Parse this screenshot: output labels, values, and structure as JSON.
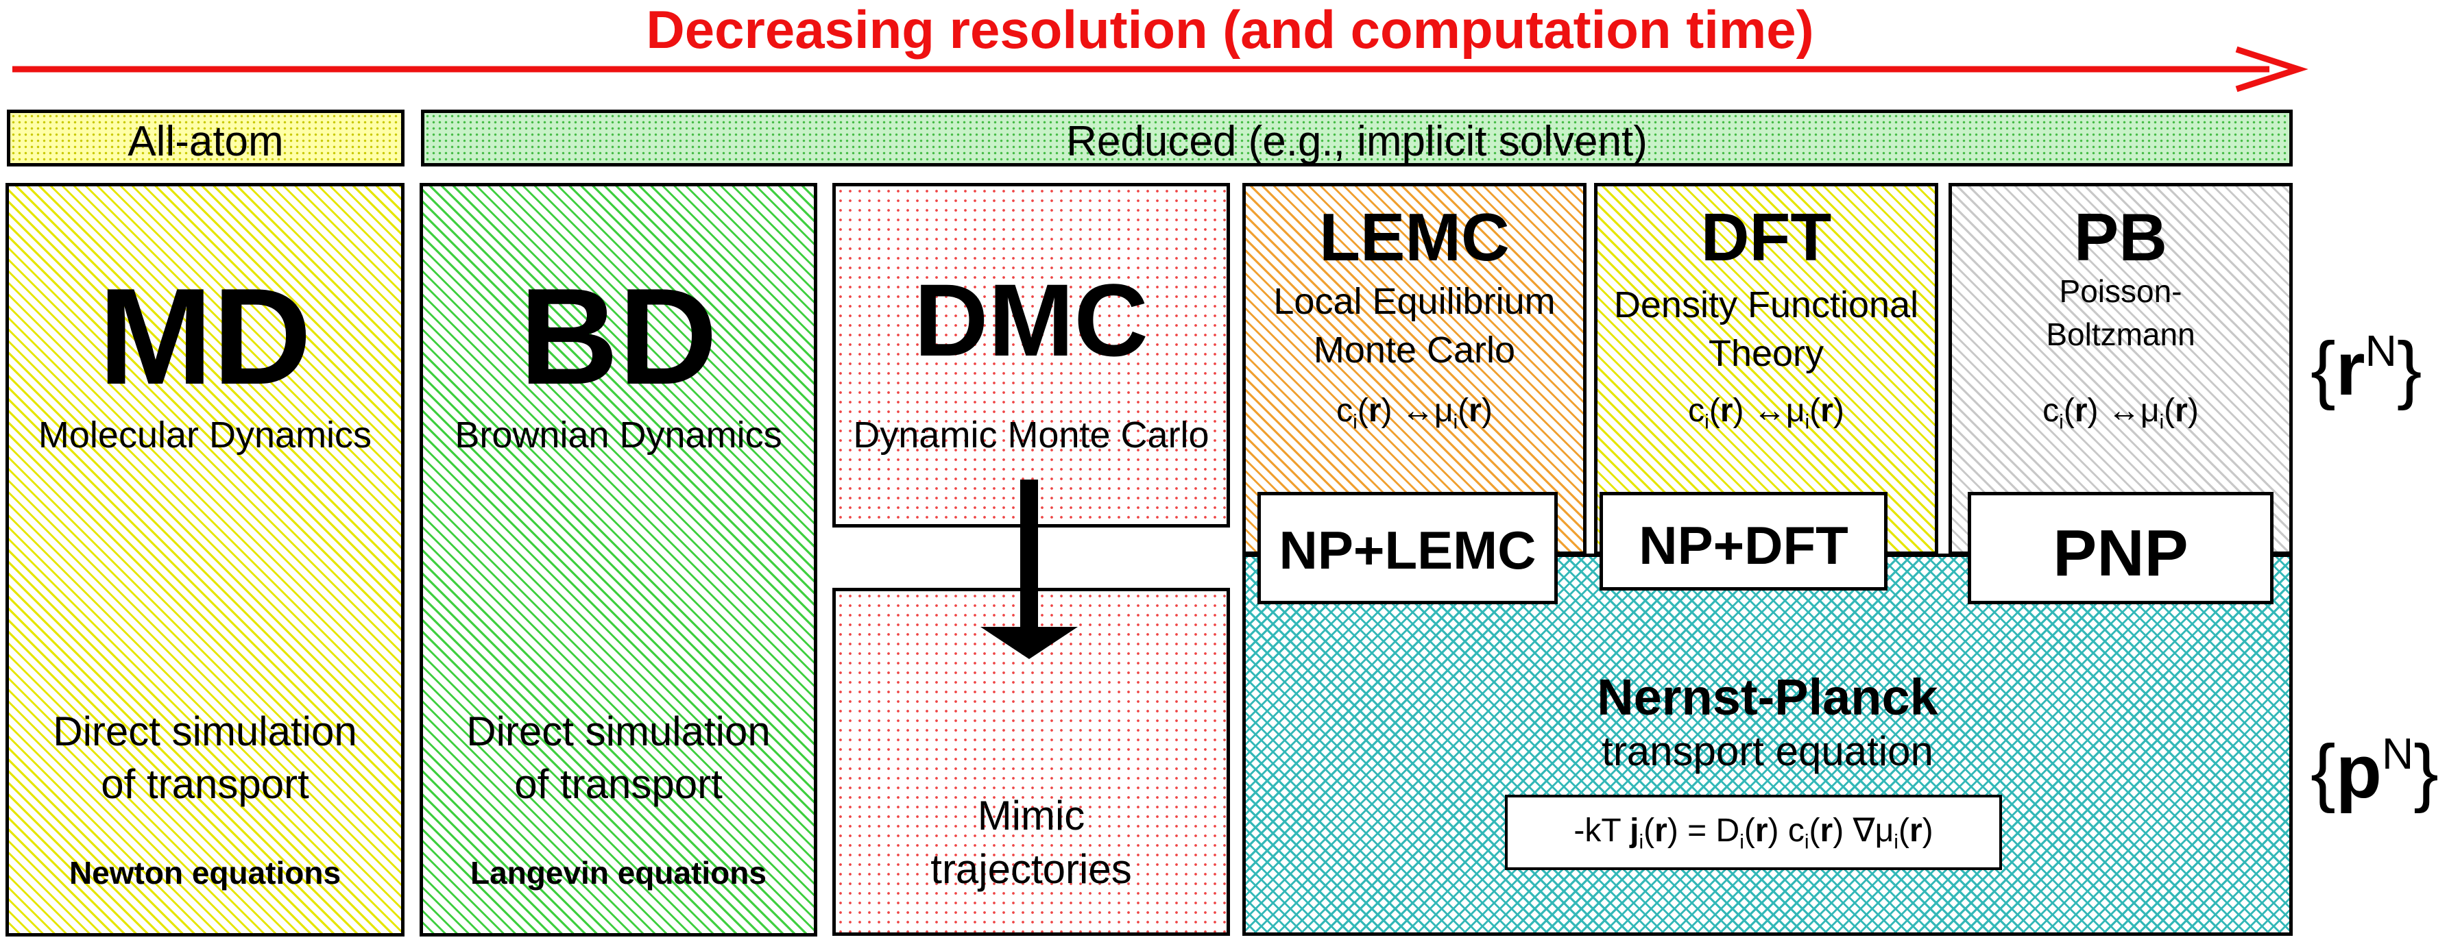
{
  "arrow_label": "Decreasing resolution (and computation time)",
  "headers": {
    "all_atom": "All-atom",
    "reduced": "Reduced (e.g., implicit solvent)"
  },
  "md": {
    "abbr": "MD",
    "name": "Molecular Dynamics",
    "desc_line1": "Direct simulation",
    "desc_line2": "of transport",
    "method": "Newton equations"
  },
  "bd": {
    "abbr": "BD",
    "name": "Brownian Dynamics",
    "desc_line1": "Direct simulation",
    "desc_line2": "of transport",
    "method": "Langevin equations"
  },
  "dmc": {
    "abbr": "DMC",
    "name": "Dynamic Monte Carlo",
    "mimic_line1": "Mimic",
    "mimic_line2": "trajectories"
  },
  "lemc": {
    "abbr": "LEMC",
    "name_line1": "Local Equilibrium",
    "name_line2": "Monte Carlo",
    "coupled": "NP+LEMC"
  },
  "dft": {
    "abbr": "DFT",
    "name_line1": "Density Functional",
    "name_line2": "Theory",
    "coupled": "NP+DFT"
  },
  "pb": {
    "abbr": "PB",
    "name_line1": "Poisson-",
    "name_line2": "Boltzmann",
    "coupled": "PNP"
  },
  "relation": {
    "c": "c",
    "sub_i": "i",
    "r": "r",
    "arrow": "↔",
    "mu": "μ"
  },
  "nernst_planck": {
    "title": "Nernst-Planck",
    "subtitle": "transport equation",
    "eq_prefix": "-kT ",
    "j": "j",
    "eq_equals": " = D",
    "eq_c": " c",
    "eq_grad": " ∇μ"
  },
  "right_labels": {
    "rN_base": "r",
    "pN_base": "p",
    "superscript": "N",
    "open_brace": "{",
    "close_brace": "}"
  },
  "colors": {
    "arrow": "#ee1111",
    "border": "#000000",
    "teal": "#33b8b8",
    "yellow": "#e6e600",
    "green": "#3fcf3f",
    "orange": "#f0a030",
    "grey": "#c8c8c8",
    "red": "#ee4444"
  }
}
